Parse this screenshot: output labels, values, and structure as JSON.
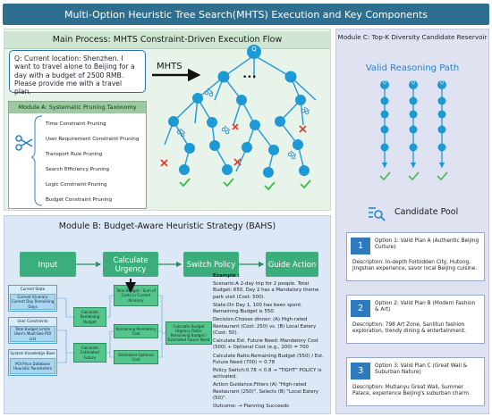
{
  "title": "Multi-Option Heuristic Tree Search(MHTS) Execution and Key Components",
  "main_process": {
    "heading": "Main Process: MHTS Constraint-Driven Execution Flow",
    "query": "Q:  Current location: Shenzhen. I want to travel alone to Beijing for a day with a budget of 2500 RMB. Please provide me with a travel plan.",
    "arrow_label": "MHTS",
    "root_label": "Q",
    "ellipsis": "•••"
  },
  "module_a": {
    "heading": "Module A: Systematic Pruning Taxonomy",
    "items": [
      "Time Constraint Pruning",
      "User Requirement Constraint Pruning",
      "Transport Rule Pruning",
      "Search Efficiency Pruning",
      "Logic Constraint Pruning",
      "Budget Constraint Pruning"
    ]
  },
  "module_b": {
    "heading": "Module B: Budget-Aware Heuristic Strategy (BAHS)",
    "flow": [
      "Input",
      "Calculate Urgency",
      "Switch Policy",
      "Guide Action"
    ],
    "current_state": {
      "label": "Current State",
      "items": [
        "Current Itinerary Current Day Remaining Days"
      ]
    },
    "user_constraints": {
      "label": "User Constraints",
      "items": [
        "Total Budget Limits User's Must-See POI List"
      ]
    },
    "system_kb": {
      "label": "System Knowledge Base",
      "items": [
        "POI Price Database Heuristic Parameters"
      ]
    },
    "calc_remaining": "Calculate Remaining Budget",
    "calc_future": "Calculate Estimated Future",
    "total_budget": "Total Budget - Sum of Costs in Current Itinerary",
    "remaining_mandatory": "Remaining Mandatory Cost",
    "estimated_optional": "Estimated Optional Cost",
    "ratio": "Calculate Budget Urgency Ratio: Remaining Budget / Estimated Future Need",
    "example": [
      "Example :",
      "Scenario:A 2-day trip for 2 people. Total Budget: 650. Day 2 has a Mandatory theme park visit (Cost: 500).",
      "State:On Day 1, 100 has been spent. Remaining Budget is 550.",
      "Decision:Choose dinner: (A) High-rated Restaurant (Cost: 250) vs. (B) Local Eatery (Cost: 50).",
      "Calculate Est. Future Need: Mandatory Cost (500) + Optional Cost (e.g., 200) = 700",
      "Calculate Ratio:Remaining Budget (550) / Est. Future Need (700) ≈ 0.78",
      "Policy Switch:0.78 < 0.8   → \"TIGHT\" POLICY is activated.",
      "Action Guidance:Filters (A) \"High-rated Restaurant (250)\". Selects (B) \"Local Eatery (50)\".",
      "Outcome:  → Planning Succeeds"
    ]
  },
  "module_c": {
    "heading": "Module C: Top-K Diversity Candidate Reservoir",
    "path_title": "Valid Reasoning Path",
    "node_label": "Q",
    "pool_title": "Candidate Pool",
    "candidates": [
      {
        "num": "1",
        "title": "Option 1: Valid Plan A (Authentic Beijing Culture)",
        "desc": "Description: In-depth Forbidden City, Hutong, Jingshan experience, savor local Beijing cuisine."
      },
      {
        "num": "2",
        "title": "Option 2: Valid Plan B (Modern Fashion & Art)",
        "desc": "Description: 798 Art Zone, Sanlitun fashion exploration, trendy dining & entertainment."
      },
      {
        "num": "3",
        "title": "Option 3: Valid Plan C (Great Wall & Suburban Nature)",
        "desc": "Description: Mutianyu Great Wall, Summer Palace, experience Beijing's suburban charm."
      }
    ]
  },
  "colors": {
    "title_bar": "#2e6e8e",
    "node_blue": "#1d9ad6",
    "prune_red": "#e0392b",
    "valid_green": "#3bbf4a",
    "flow_green": "#3cae7d",
    "candidate_num": "#2f79bd"
  }
}
